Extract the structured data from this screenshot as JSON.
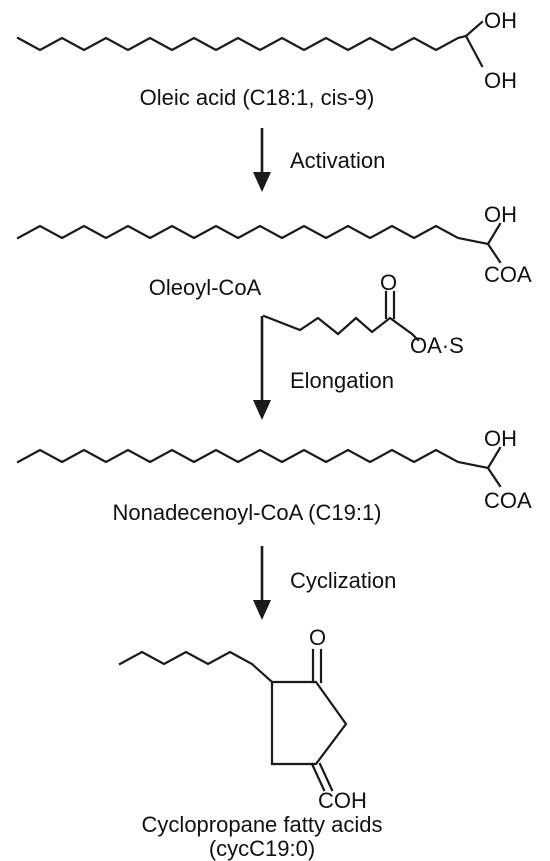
{
  "compounds": [
    {
      "name": "Oleic acid (C18:1, cis-9)",
      "substituents": [
        "OH",
        "OH"
      ]
    },
    {
      "name": "Oleoyl-CoA",
      "substituents": [
        "OH",
        "COA"
      ]
    },
    {
      "name": "Nonadecenoyl-CoA (C19:1)",
      "substituents": [
        "OH",
        "COA"
      ]
    },
    {
      "name_line1": "Cyclopropane fatty acids",
      "name_line2": "(cycC19:0)",
      "substituents": [
        "O",
        "COH"
      ]
    }
  ],
  "steps": [
    {
      "label": "Activation"
    },
    {
      "label": "Elongation"
    },
    {
      "label": "Cyclization"
    }
  ],
  "elongation_fragment": {
    "carbonyl": "O",
    "thioester": "OA·S"
  }
}
